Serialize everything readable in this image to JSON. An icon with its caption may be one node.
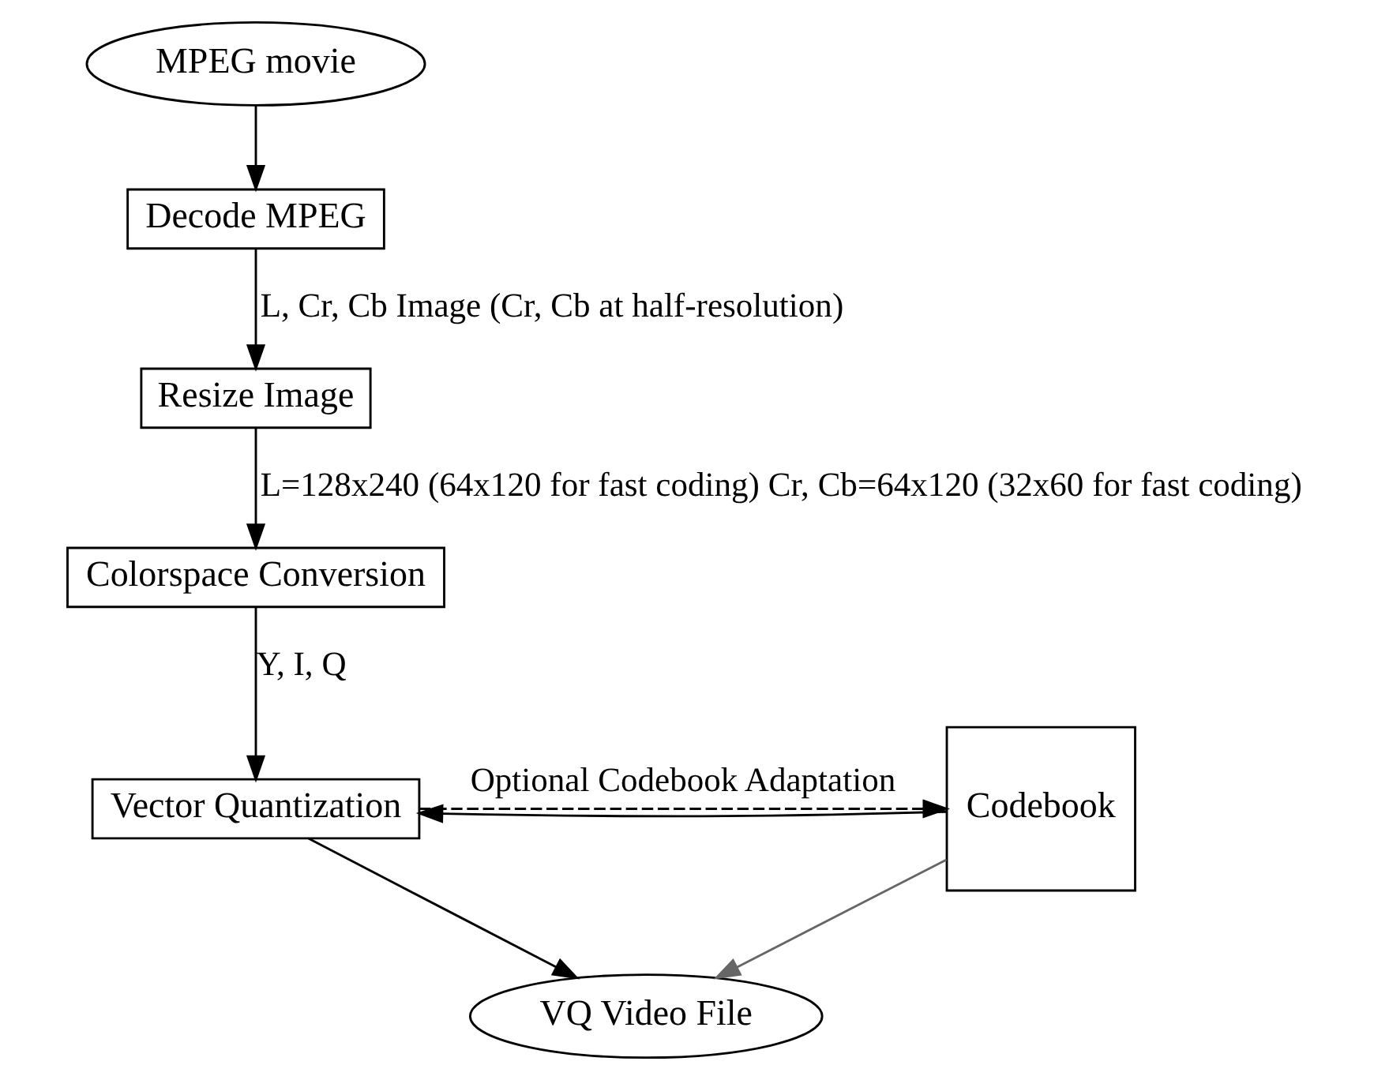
{
  "diagram": {
    "nodes": [
      {
        "text": [
          "MPEG movie"
        ]
      },
      {
        "text": [
          "Decode MPEG"
        ]
      },
      {
        "text": [
          "Resize Image"
        ]
      },
      {
        "text": [
          "Colorspace Conversion"
        ]
      },
      {
        "text": [
          "Vector Quantization"
        ]
      },
      {
        "text": [
          "Codebook"
        ]
      },
      {
        "text": [
          "VQ Video File"
        ]
      }
    ],
    "edges": [
      {
        "from": 0,
        "to": 1,
        "arrow": "to"
      },
      {
        "from": 1,
        "to": 2,
        "arrow": "to",
        "label": "L, Cr, Cb Image (Cr, Cb at half-resolution)"
      },
      {
        "from": 2,
        "to": 3,
        "arrow": "to",
        "label": "L=128x240 (64x120 for fast coding) Cr, Cb=64x120 (32x60 for fast coding)"
      },
      {
        "from": 3,
        "to": 4,
        "arrow": "to",
        "label": "Y, I, Q"
      },
      {
        "from": 4,
        "to": 5,
        "arrow": "to",
        "style": "dashed",
        "label": "Optional Codebook Adaptation"
      },
      {
        "from": 5,
        "to": 4,
        "arrow": "to"
      },
      {
        "from": 4,
        "to": 6,
        "arrow": "to"
      },
      {
        "from": 5,
        "to": 6,
        "arrow": "to",
        "color": "#666666"
      }
    ]
  }
}
